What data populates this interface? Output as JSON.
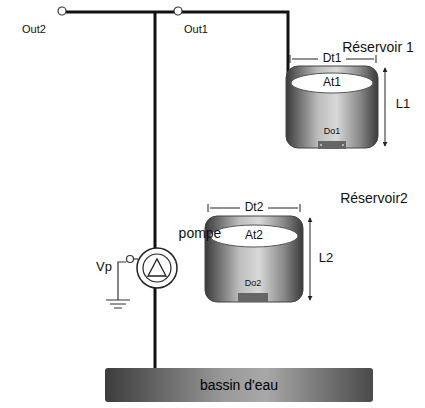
{
  "diagram": {
    "nodes": [
      {
        "text": [
          "bassin d'eau"
        ]
      }
    ],
    "labels": [
      "Out2",
      "Out1",
      "Réservoir 1",
      "Dt1",
      "At1",
      "L1",
      "Do1",
      "pompe",
      "Réservoir2",
      "Dt2",
      "At2",
      "L2",
      "Do2",
      "Vp"
    ]
  }
}
